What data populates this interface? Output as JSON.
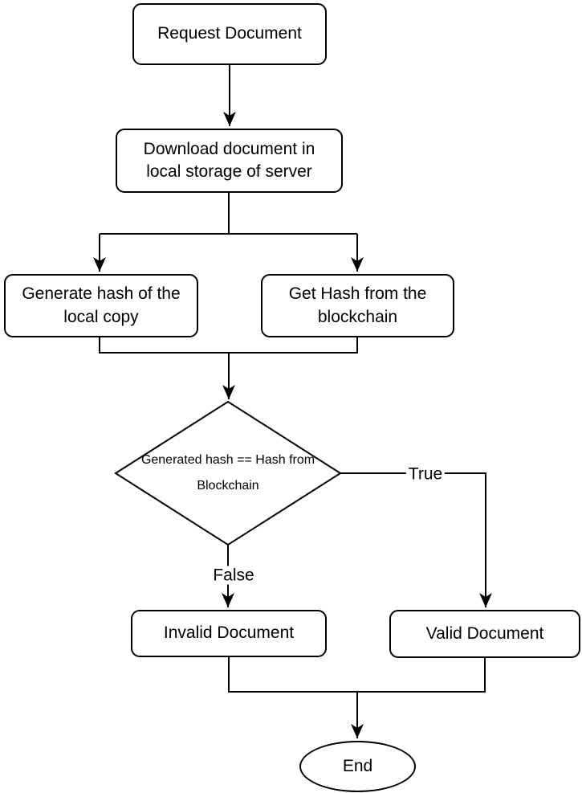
{
  "flowchart": {
    "colors": {
      "stroke": "#000000",
      "node_fill": "#ffffff",
      "text": "#000000",
      "background": "#ffffff"
    },
    "nodes": {
      "request": {
        "label": "Request Document",
        "shape": "rounded-rect"
      },
      "download": {
        "label": "Download document in\nlocal storage of server",
        "shape": "rounded-rect"
      },
      "generate_hash": {
        "label": "Generate hash of the\nlocal copy",
        "shape": "rounded-rect"
      },
      "get_hash": {
        "label": "Get Hash from the\nblockchain",
        "shape": "rounded-rect"
      },
      "decision": {
        "label": "Generated hash == Hash from\nBlockchain",
        "shape": "diamond"
      },
      "invalid": {
        "label": "Invalid Document",
        "shape": "rounded-rect"
      },
      "valid": {
        "label": "Valid Document",
        "shape": "rounded-rect"
      },
      "end": {
        "label": "End",
        "shape": "ellipse"
      }
    },
    "edge_labels": {
      "true_label": "True",
      "false_label": "False"
    },
    "edges": [
      {
        "from": "request",
        "to": "download"
      },
      {
        "from": "download",
        "to": "generate_hash"
      },
      {
        "from": "download",
        "to": "get_hash"
      },
      {
        "from": "generate_hash",
        "to": "decision"
      },
      {
        "from": "get_hash",
        "to": "decision"
      },
      {
        "from": "decision",
        "to": "valid",
        "label": "True"
      },
      {
        "from": "decision",
        "to": "invalid",
        "label": "False"
      },
      {
        "from": "invalid",
        "to": "end"
      },
      {
        "from": "valid",
        "to": "end"
      }
    ]
  }
}
